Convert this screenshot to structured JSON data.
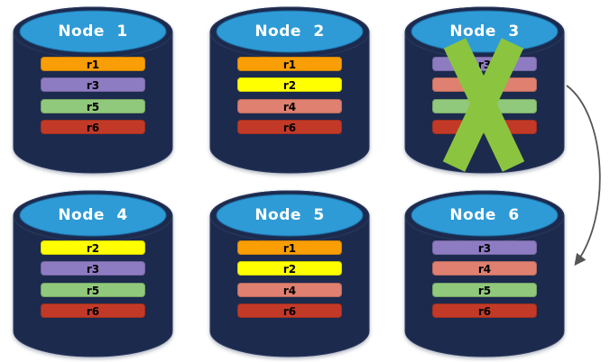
{
  "colors": {
    "cylinder_body": "#1C2A4E",
    "cylinder_top": "#2E9BD6",
    "failure_x": "#8BC53F",
    "arrow": "#555555"
  },
  "nodes": [
    {
      "label": "Node 1",
      "failed": false,
      "replicas": [
        {
          "label": "r1",
          "color": "#FA9E05"
        },
        {
          "label": "r3",
          "color": "#8E7CC3"
        },
        {
          "label": "r5",
          "color": "#90C97B"
        },
        {
          "label": "r6",
          "color": "#C23A27"
        }
      ]
    },
    {
      "label": "Node 2",
      "failed": false,
      "replicas": [
        {
          "label": "r1",
          "color": "#FA9E05"
        },
        {
          "label": "r2",
          "color": "#FFFF00"
        },
        {
          "label": "r4",
          "color": "#DF8070"
        },
        {
          "label": "r6",
          "color": "#C23A27"
        }
      ]
    },
    {
      "label": "Node 3",
      "failed": true,
      "replicas": [
        {
          "label": "r3",
          "color": "#8E7CC3"
        },
        {
          "label": "r4",
          "color": "#DF8070"
        },
        {
          "label": "r5",
          "color": "#90C97B"
        },
        {
          "label": "r6",
          "color": "#C23A27"
        }
      ]
    },
    {
      "label": "Node 4",
      "failed": false,
      "replicas": [
        {
          "label": "r2",
          "color": "#FFFF00"
        },
        {
          "label": "r3",
          "color": "#8E7CC3"
        },
        {
          "label": "r5",
          "color": "#90C97B"
        },
        {
          "label": "r6",
          "color": "#C23A27"
        }
      ]
    },
    {
      "label": "Node 5",
      "failed": false,
      "replicas": [
        {
          "label": "r1",
          "color": "#FA9E05"
        },
        {
          "label": "r2",
          "color": "#FFFF00"
        },
        {
          "label": "r4",
          "color": "#DF8070"
        },
        {
          "label": "r6",
          "color": "#C23A27"
        }
      ]
    },
    {
      "label": "Node 6",
      "failed": false,
      "replicas": [
        {
          "label": "r3",
          "color": "#8E7CC3"
        },
        {
          "label": "r4",
          "color": "#DF8070"
        },
        {
          "label": "r5",
          "color": "#90C97B"
        },
        {
          "label": "r6",
          "color": "#C23A27"
        }
      ]
    }
  ],
  "arrow": {
    "from": "Node 3",
    "to": "Node 6"
  }
}
